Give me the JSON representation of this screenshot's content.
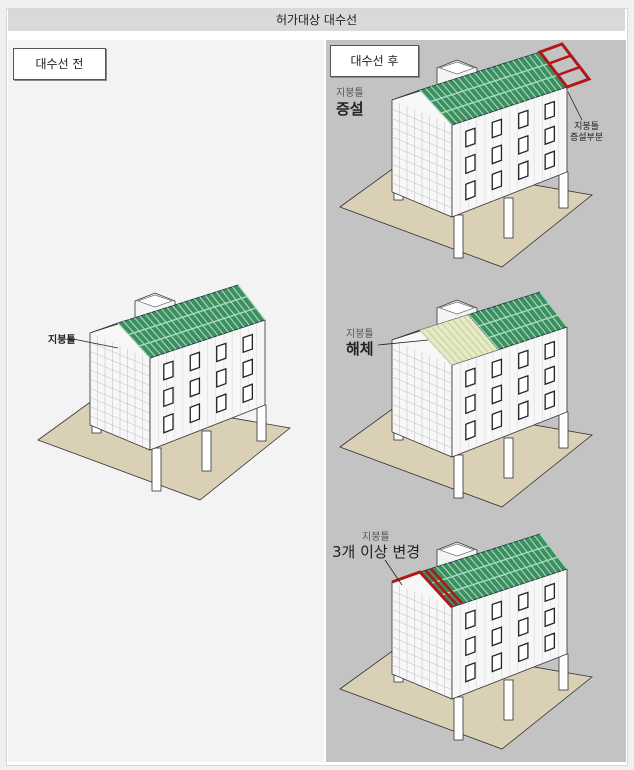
{
  "header": {
    "title": "허가대상 대수선"
  },
  "before": {
    "tag": "대수선 전",
    "roof_label": "지붕틀"
  },
  "after": {
    "tag": "대수선 후",
    "case1": {
      "small": "지붕틀",
      "big": "증설",
      "callout_line1": "지붕틀",
      "callout_line2": "증설부분"
    },
    "case2": {
      "small": "지붕틀",
      "big": "해체"
    },
    "case3": {
      "small": "지붕틀",
      "big": "3개 이상 변경"
    }
  },
  "colors": {
    "roof_green": "#3d8f62",
    "rafter_light": "#a8dcbc",
    "red": "#b01818",
    "ground": "#d9d0b6",
    "removed": "#e6ebc6"
  }
}
